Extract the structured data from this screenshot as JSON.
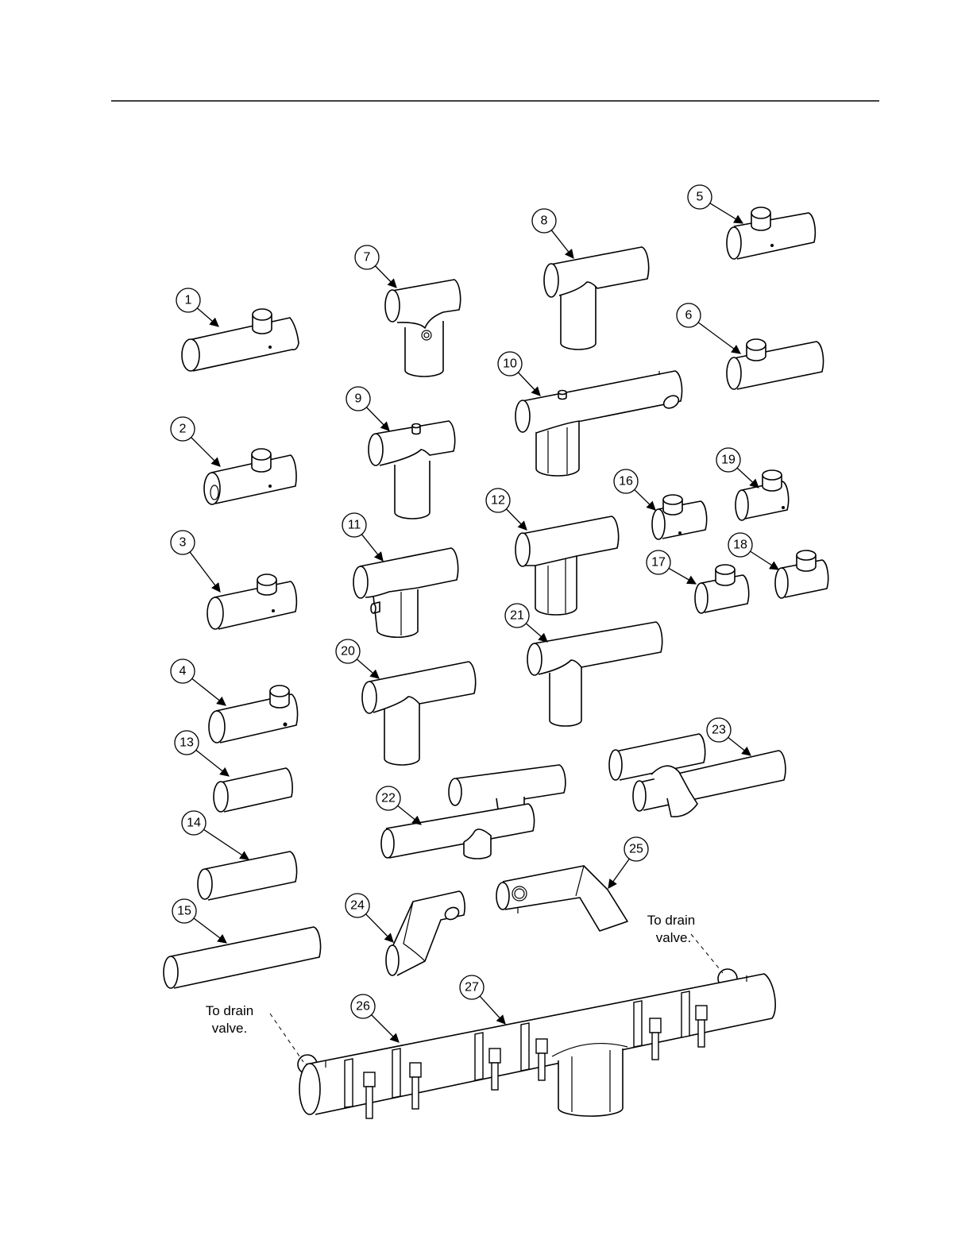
{
  "callouts": [
    {
      "id": "1",
      "label": "1"
    },
    {
      "id": "2",
      "label": "2"
    },
    {
      "id": "3",
      "label": "3"
    },
    {
      "id": "4",
      "label": "4"
    },
    {
      "id": "5",
      "label": "5"
    },
    {
      "id": "6",
      "label": "6"
    },
    {
      "id": "7",
      "label": "7"
    },
    {
      "id": "8",
      "label": "8"
    },
    {
      "id": "9",
      "label": "9"
    },
    {
      "id": "10",
      "label": "10"
    },
    {
      "id": "11",
      "label": "11"
    },
    {
      "id": "12",
      "label": "12"
    },
    {
      "id": "13",
      "label": "13"
    },
    {
      "id": "14",
      "label": "14"
    },
    {
      "id": "15",
      "label": "15"
    },
    {
      "id": "16",
      "label": "16"
    },
    {
      "id": "17",
      "label": "17"
    },
    {
      "id": "18",
      "label": "18"
    },
    {
      "id": "19",
      "label": "19"
    },
    {
      "id": "20",
      "label": "20"
    },
    {
      "id": "21",
      "label": "21"
    },
    {
      "id": "22",
      "label": "22"
    },
    {
      "id": "23",
      "label": "23"
    },
    {
      "id": "24",
      "label": "24"
    },
    {
      "id": "25",
      "label": "25"
    },
    {
      "id": "26",
      "label": "26"
    },
    {
      "id": "27",
      "label": "27"
    }
  ],
  "notes": {
    "drain_right_line1": "To drain",
    "drain_right_line2": "valve.",
    "drain_left_line1": "To drain",
    "drain_left_line2": "valve."
  }
}
